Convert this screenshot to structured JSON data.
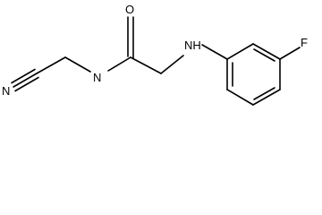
{
  "molecule": {
    "atoms": {
      "nitrile_n": "N",
      "amide_n": "N",
      "carbonyl_o": "O",
      "amine": "NH",
      "fluorine": "F"
    }
  }
}
